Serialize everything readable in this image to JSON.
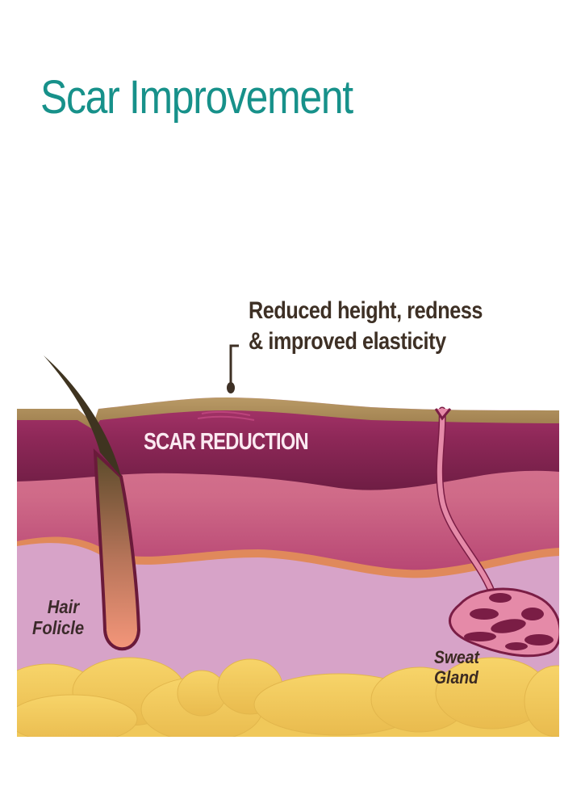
{
  "title": "Scar Improvement",
  "callout": {
    "line1": "Reduced height, redness",
    "line2": "& improved elasticity"
  },
  "labels": {
    "scar": "SCAR REDUCTION",
    "hair_line1": "Hair",
    "hair_line2": "Folicle",
    "sweat_line1": "Sweat",
    "sweat_line2": "Gland"
  },
  "colors": {
    "title": "#17918a",
    "callout_text": "#3e3025",
    "epidermis": "#a6885a",
    "dermis_upper": "#8a2555",
    "dermis_mid": "#d97a94",
    "orange_band": "#e08a5a",
    "hypodermis": "#d6a0c6",
    "fat": "#f2c95c",
    "hair": "#4a3a22",
    "sweat_gland": "#7a1d45"
  }
}
